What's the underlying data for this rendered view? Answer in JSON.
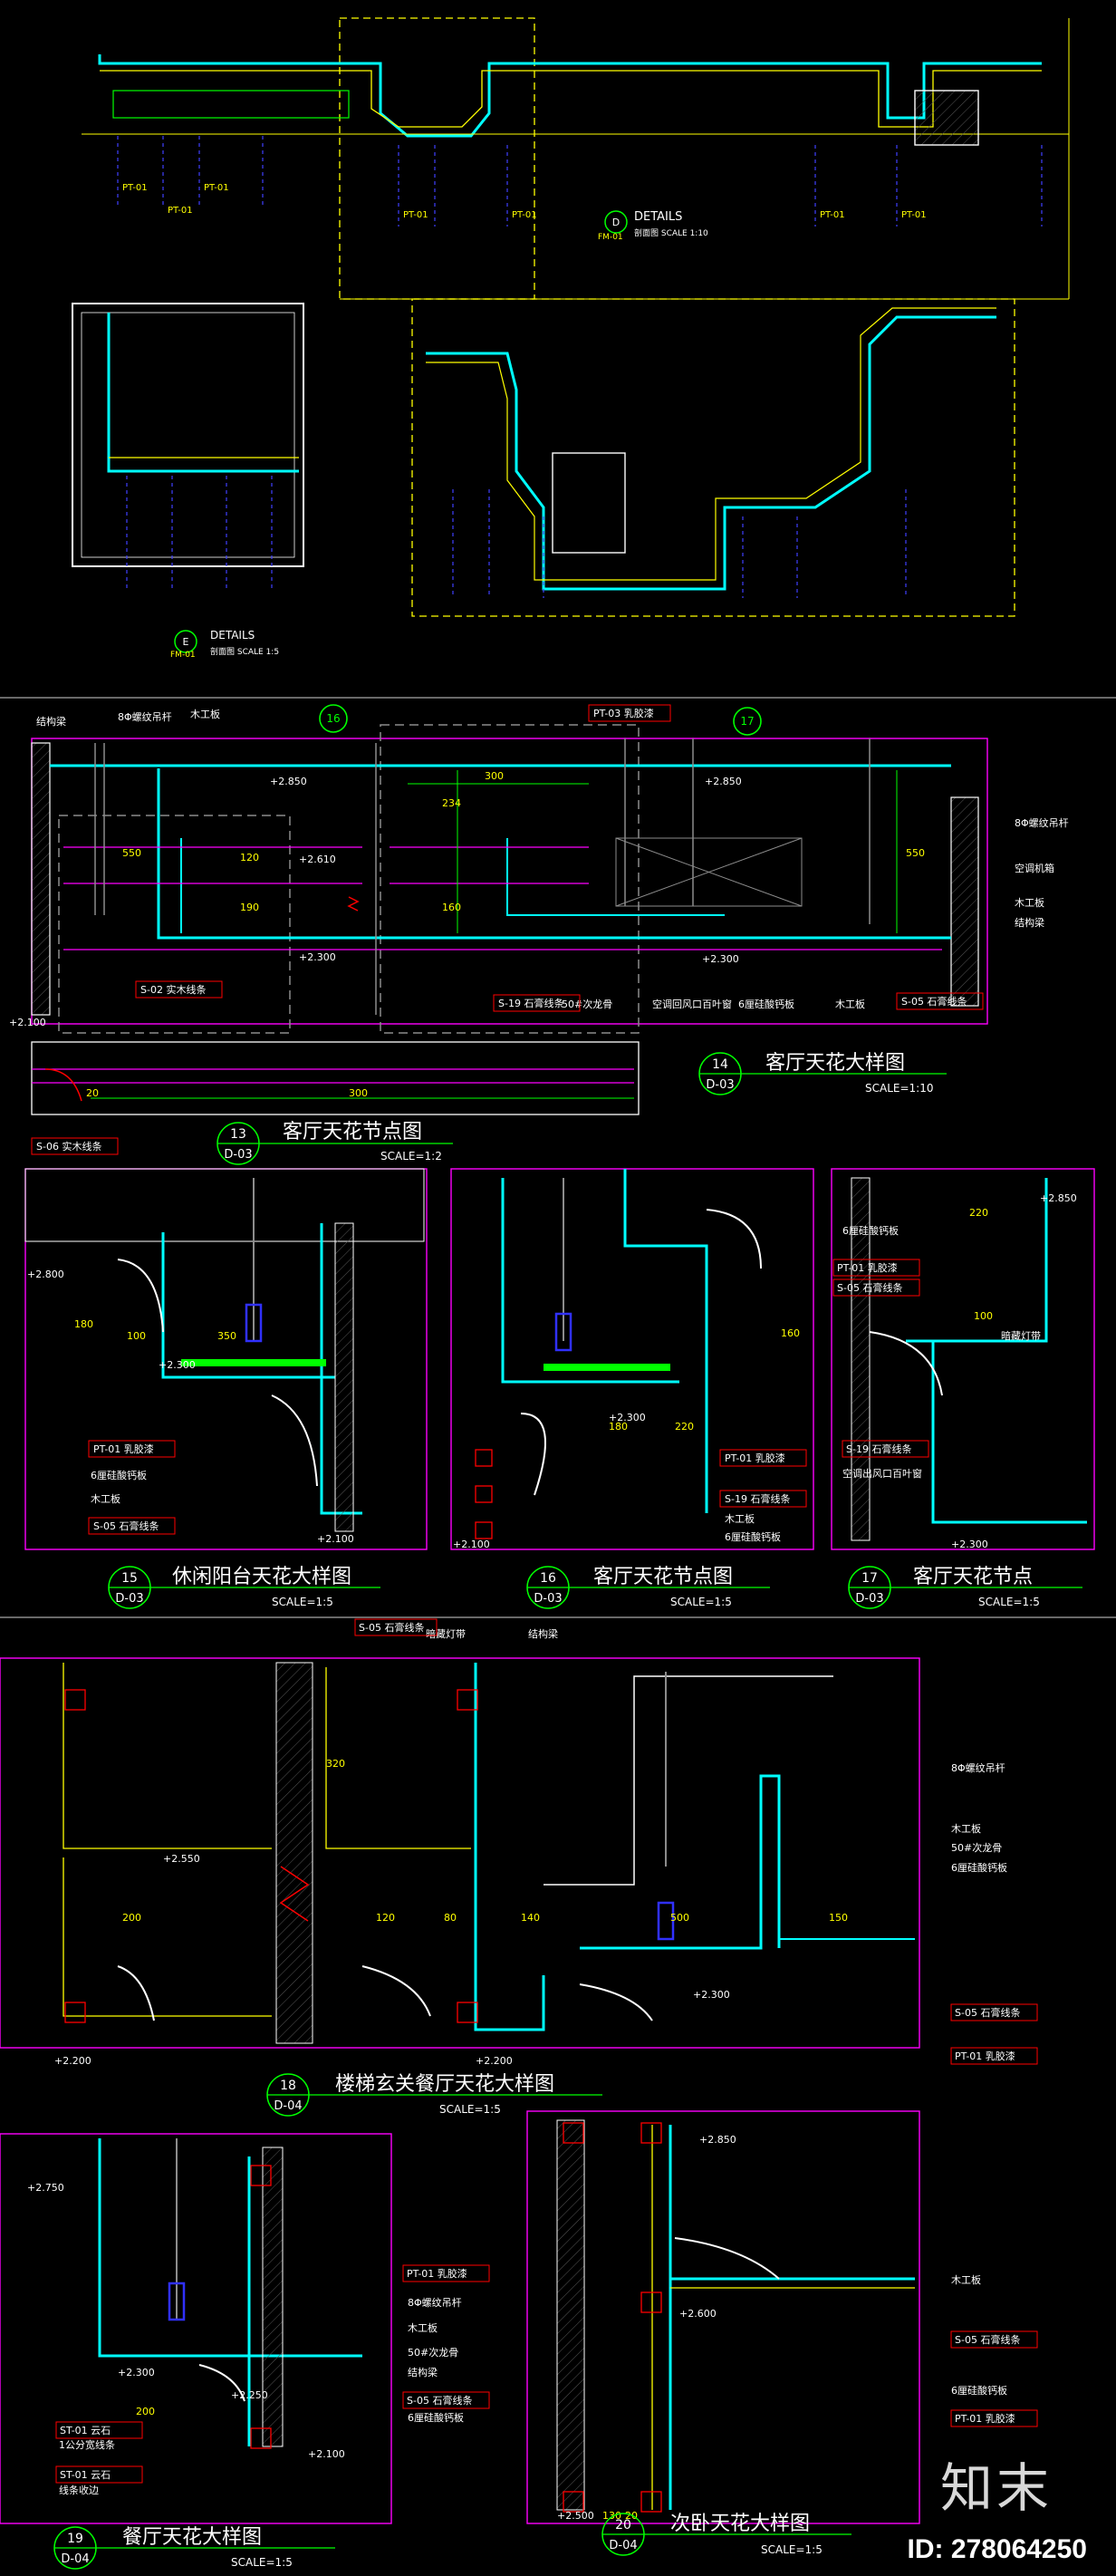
{
  "titles": {
    "d_details": {
      "num": "D",
      "ref": "FM-01",
      "name": "DETAILS",
      "sub": "剖面图  SCALE 1:10"
    },
    "e_details": {
      "num": "E",
      "ref": "FM-01",
      "name": "DETAILS",
      "sub": "剖面图  SCALE 1:5"
    },
    "t13": {
      "num": "13",
      "ref": "D-03",
      "name": "客厅天花节点图",
      "scale": "SCALE=1:2"
    },
    "t14": {
      "num": "14",
      "ref": "D-03",
      "name": "客厅天花大样图",
      "scale": "SCALE=1:10"
    },
    "t15": {
      "num": "15",
      "ref": "D-03",
      "name": "休闲阳台天花大样图",
      "scale": "SCALE=1:5"
    },
    "t16": {
      "num": "16",
      "ref": "D-03",
      "name": "客厅天花节点图",
      "scale": "SCALE=1:5"
    },
    "t17": {
      "num": "17",
      "ref": "D-03",
      "name": "客厅天花节点",
      "scale": "SCALE=1:5"
    },
    "t18": {
      "num": "18",
      "ref": "D-04",
      "name": "楼梯玄关餐厅天花大样图",
      "scale": "SCALE=1:5"
    },
    "t19": {
      "num": "19",
      "ref": "D-04",
      "name": "餐厅天花大样图",
      "scale": "SCALE=1:5"
    },
    "t20": {
      "num": "20",
      "ref": "D-04",
      "name": "次卧天花大样图",
      "scale": "SCALE=1:5"
    }
  },
  "markers": {
    "m16": "16",
    "m17": "17"
  },
  "labels": {
    "structure": "结构梁",
    "rod8": "8Φ螺纹吊杆",
    "wood_board": "木工板",
    "wood_board2": "木工板",
    "pt03": "PT-03 乳胶漆",
    "pt01": "PT-01 乳胶漆",
    "s02": "S-02 实木线条",
    "s19": "S-19 石膏线条",
    "s05": "S-05 石膏线条",
    "s06": "S-06 实木线条",
    "gypsum6": "6厘硅酸钙板",
    "gypsum6b": "6厘硅酸钙板",
    "keel50": "50#次龙骨",
    "ac_vent": "空调回风口百叶窗",
    "ac_machine": "空调机箱",
    "light_slot": "暗藏灯带",
    "ac_out": "空调出风口百叶窗",
    "st01": "ST-01 云石",
    "st01b": "ST-01 云石",
    "cover": "1公分宽线条",
    "strip_gap": "线条收边"
  },
  "levels": {
    "l2850": "+2.850",
    "l2610": "+2.610",
    "l2300": "+2.300",
    "l2100": "+2.100",
    "l2800": "+2.800",
    "l2550": "+2.550",
    "l2200": "+2.200",
    "l2750": "+2.750",
    "l2600": "+2.600",
    "l2250": "+2.250",
    "l2500": "+2.500"
  },
  "dims": {
    "d300": "300",
    "d550": "550",
    "d120": "120",
    "d190": "190",
    "d160": "160",
    "d20": "20",
    "d100": "100",
    "d350": "350",
    "d200": "200",
    "d80": "80",
    "d140": "140",
    "d150": "150",
    "d220": "220",
    "d130": "130",
    "d234": "234",
    "d180": "180",
    "d320": "320",
    "d500": "500"
  },
  "footer": {
    "logo": "知末",
    "id": "ID: 278064250"
  },
  "colors": {
    "yellow": "#ffff00",
    "cyan": "#00ffff",
    "magenta": "#ff00ff",
    "red": "#ff0000",
    "white": "#ffffff",
    "green": "#00ff00",
    "blue": "#3030ff",
    "grey": "#8c8c8c"
  }
}
